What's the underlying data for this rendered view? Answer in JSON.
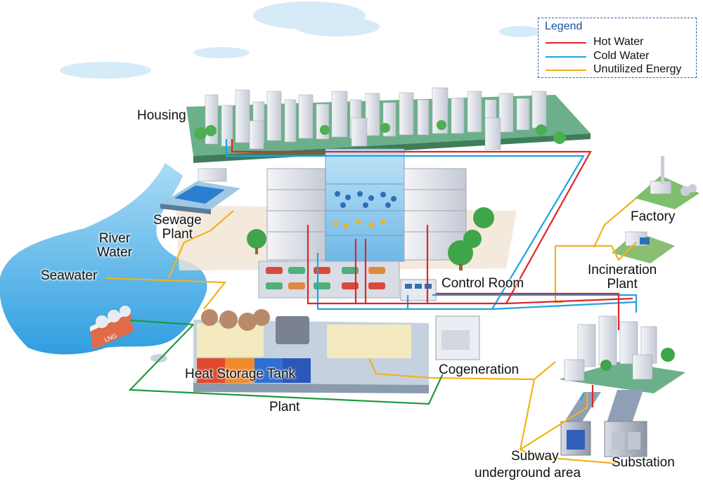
{
  "labels": {
    "housing": "Housing",
    "sewage_line1": "Sewage",
    "sewage_line2": "Plant",
    "river_line1": "River",
    "river_line2": "Water",
    "seawater": "Seawater",
    "control_room": "Control Room",
    "factory": "Factory",
    "incineration_line1": "Incineration",
    "incineration_line2": "Plant",
    "heat_storage_tank": "Heat Storage Tank",
    "cogeneration": "Cogeneration",
    "plant": "Plant",
    "subway": "Subway",
    "underground_area": "underground area",
    "substation": "Substation",
    "ship_marking": "LNG"
  },
  "legend": {
    "title": "Legend",
    "items": [
      {
        "label": "Hot Water",
        "color": "#e0252b"
      },
      {
        "label": "Cold Water",
        "color": "#1fa3e0"
      },
      {
        "label": "Unutilized Energy",
        "color": "#f2b21c"
      }
    ]
  },
  "colors": {
    "hot": "#e0252b",
    "cold": "#1fa3e0",
    "unutilized": "#f2b21c",
    "gas": "#1e9a3c",
    "water": "#5ab8ec",
    "ground": "#6bb08a"
  }
}
